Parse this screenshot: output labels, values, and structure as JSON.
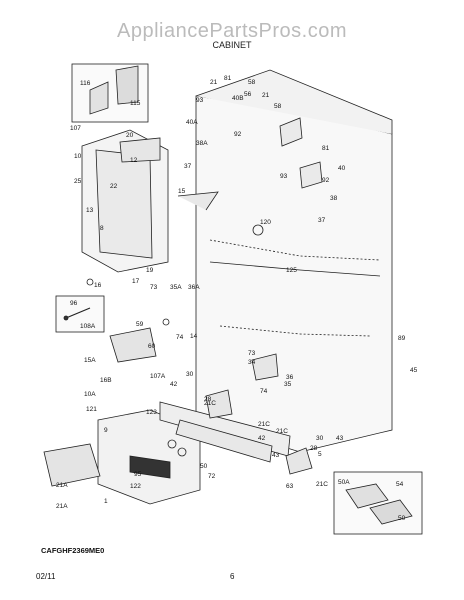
{
  "header": {
    "watermark": "AppliancePartsPros.com",
    "section": "CABINET"
  },
  "footer": {
    "date": "02/11",
    "page": "6"
  },
  "diagram_code": "CAFGHF2369ME0",
  "part_labels": [
    "116",
    "115",
    "107",
    "20",
    "10",
    "12",
    "25",
    "22",
    "13",
    "8",
    "19",
    "17",
    "16",
    "96",
    "108A",
    "60",
    "15A",
    "16B",
    "10A",
    "107A",
    "121",
    "123",
    "9",
    "122",
    "95",
    "1",
    "21A",
    "21A",
    "50",
    "72",
    "21",
    "81",
    "58",
    "93",
    "40B",
    "56",
    "21",
    "58",
    "40A",
    "92",
    "38A",
    "37",
    "15",
    "93",
    "81",
    "40",
    "92",
    "38",
    "37",
    "120",
    "125",
    "73",
    "35A",
    "36A",
    "59",
    "74",
    "14",
    "73",
    "34",
    "36",
    "35",
    "74",
    "30",
    "42",
    "28",
    "21C",
    "21C",
    "42",
    "21C",
    "30",
    "28",
    "43",
    "43",
    "63",
    "21C",
    "89",
    "45",
    "50A",
    "54",
    "50",
    "5"
  ]
}
